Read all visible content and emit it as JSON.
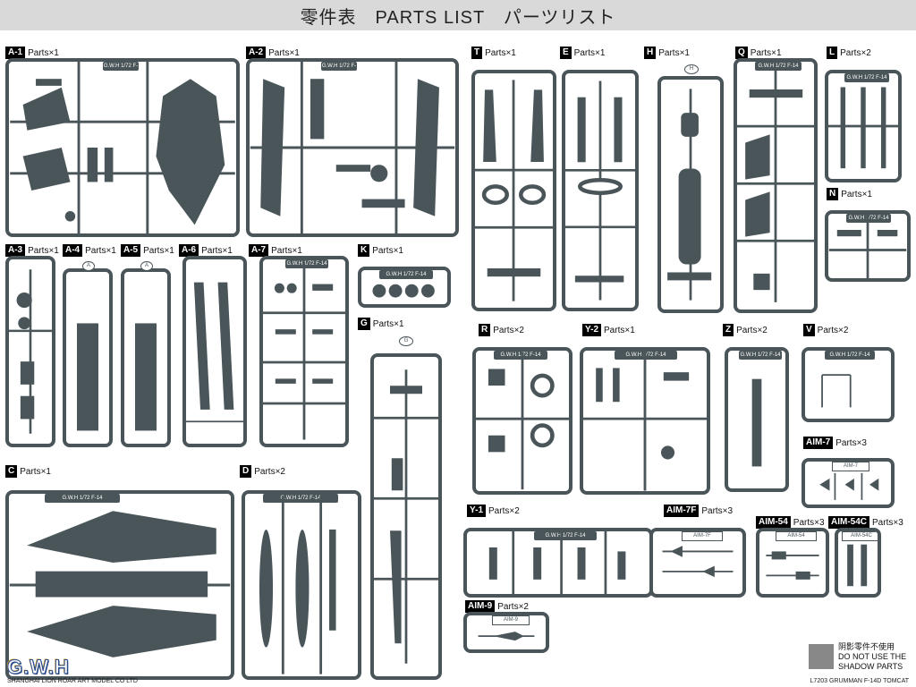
{
  "page": {
    "title": "零件表　PARTS LIST　パーツリスト",
    "brand": "G.W.H",
    "company": "SHANGHAI LION ROAR ART MODEL CO LTD",
    "product": "L7203 GRUMMAN F-14D TOMCAT",
    "legend_line1": "阴影零件不使用",
    "legend_line2": "DO NOT USE THE",
    "legend_line3": "SHADOW PARTS"
  },
  "colors": {
    "sprue": "#4a555a",
    "shadow": "#888888",
    "title_bg": "#d9d9d9"
  },
  "labels": {
    "a1": {
      "code": "A-1",
      "qty": "Parts×1"
    },
    "a2": {
      "code": "A-2",
      "qty": "Parts×1"
    },
    "a3": {
      "code": "A-3",
      "qty": "Parts×1"
    },
    "a4": {
      "code": "A-4",
      "qty": "Parts×1"
    },
    "a5": {
      "code": "A-5",
      "qty": "Parts×1"
    },
    "a6": {
      "code": "A-6",
      "qty": "Parts×1"
    },
    "a7": {
      "code": "A-7",
      "qty": "Parts×1"
    },
    "k": {
      "code": "K",
      "qty": "Parts×1"
    },
    "g": {
      "code": "G",
      "qty": "Parts×1"
    },
    "c": {
      "code": "C",
      "qty": "Parts×1"
    },
    "d": {
      "code": "D",
      "qty": "Parts×2"
    },
    "t": {
      "code": "T",
      "qty": "Parts×1"
    },
    "e": {
      "code": "E",
      "qty": "Parts×1"
    },
    "h": {
      "code": "H",
      "qty": "Parts×1"
    },
    "q": {
      "code": "Q",
      "qty": "Parts×1"
    },
    "l": {
      "code": "L",
      "qty": "Parts×2"
    },
    "n": {
      "code": "N",
      "qty": "Parts×1"
    },
    "r": {
      "code": "R",
      "qty": "Parts×2"
    },
    "y2": {
      "code": "Y-2",
      "qty": "Parts×1"
    },
    "z": {
      "code": "Z",
      "qty": "Parts×2"
    },
    "v": {
      "code": "V",
      "qty": "Parts×2"
    },
    "aim7": {
      "code": "AIM-7",
      "qty": "Parts×3"
    },
    "y1": {
      "code": "Y-1",
      "qty": "Parts×2"
    },
    "aim7f": {
      "code": "AIM-7F",
      "qty": "Parts×3"
    },
    "aim54": {
      "code": "AIM-54",
      "qty": "Parts×3"
    },
    "aim54c": {
      "code": "AIM-54C",
      "qty": "Parts×3"
    },
    "aim9": {
      "code": "AIM-9",
      "qty": "Parts×2"
    }
  },
  "tabs": {
    "gwh_f14": "G.W.H  1/72 F-14",
    "gwh_short": "G.W.H",
    "aim7": "AIM-7",
    "aim7f": "AIM-7F",
    "aim54": "AIM-54",
    "aim54c": "AIM-54C",
    "aim9": "AIM-9",
    "circle_a": "A",
    "circle_g": "G",
    "circle_h": "H"
  }
}
